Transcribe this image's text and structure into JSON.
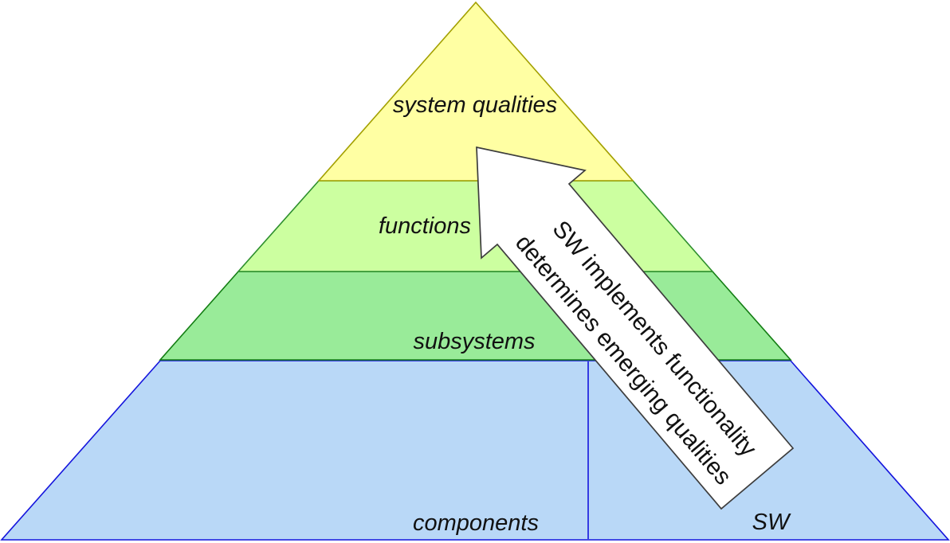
{
  "pyramid": {
    "label_color": "#111111",
    "layers": [
      {
        "id": "system-qualities",
        "label": "system qualities",
        "fill": "#ffffa3",
        "stroke": "#a3a000"
      },
      {
        "id": "functions",
        "label": "functions",
        "fill": "#ccffa0",
        "stroke": "#2d8f2d"
      },
      {
        "id": "subsystems",
        "label": "subsystems",
        "fill": "#99eb99",
        "stroke": "#137d13"
      },
      {
        "id": "components",
        "label": "components",
        "fill": "#b9d8f7",
        "stroke": "#1414dd"
      }
    ],
    "sw_region_label": "SW"
  },
  "arrow": {
    "fill": "#ffffff",
    "stroke": "#3d3d3d",
    "text_color": "#111111",
    "line1": "SW implements functionality",
    "line2": "determines emerging qualities"
  }
}
